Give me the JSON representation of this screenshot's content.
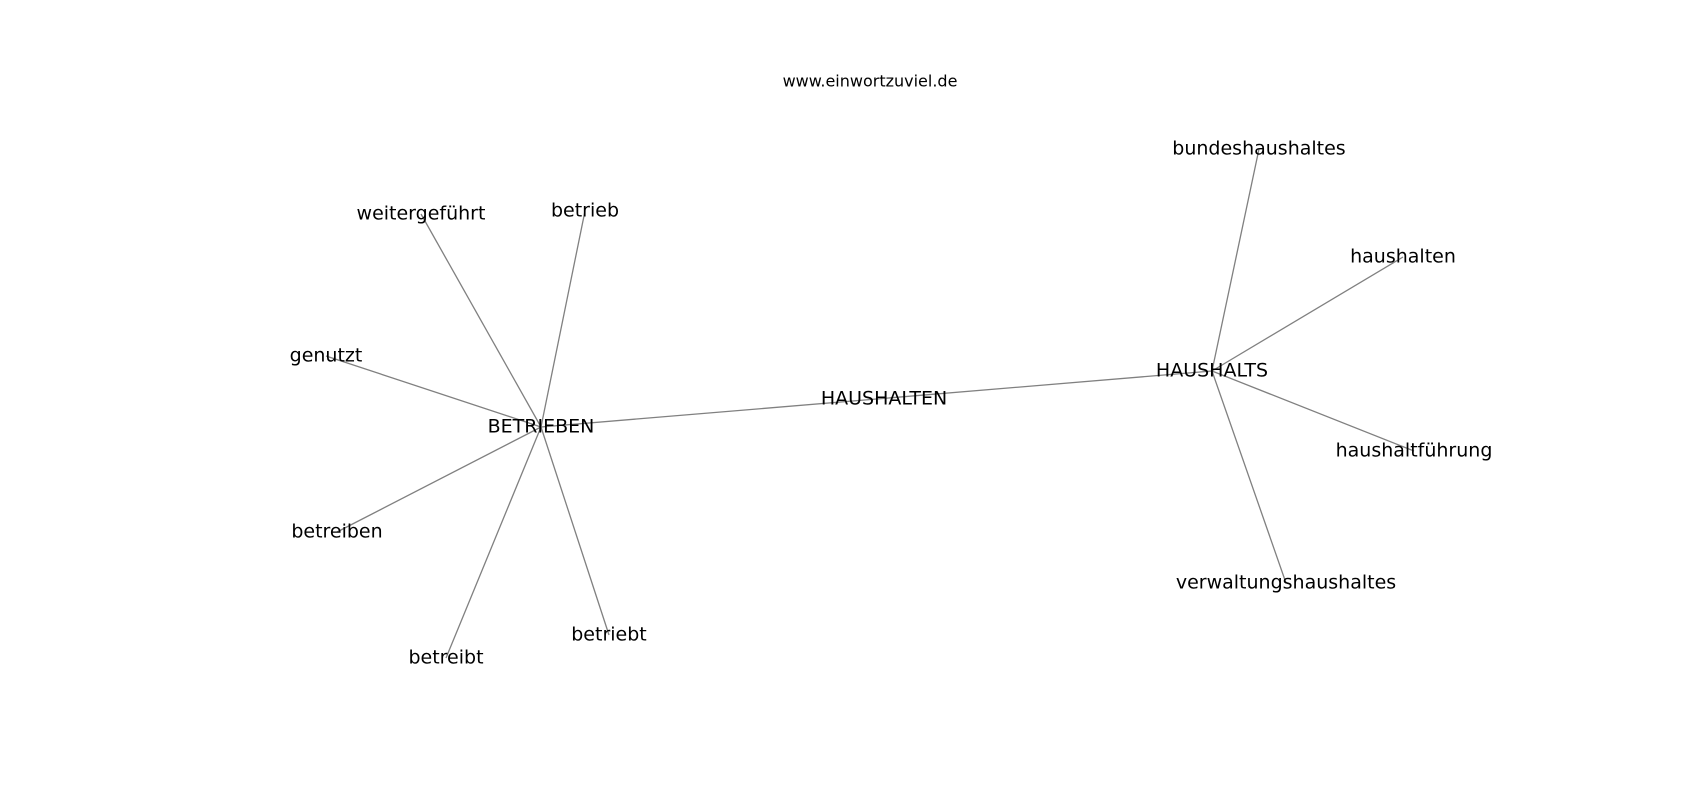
{
  "header": {
    "site": "www.einwortzuviel.de"
  },
  "graph": {
    "nodes": [
      {
        "id": "HAUSHALTEN",
        "label": "HAUSHALTEN"
      },
      {
        "id": "BETRIEBEN",
        "label": "BETRIEBEN"
      },
      {
        "id": "HAUSHALTS",
        "label": "HAUSHALTS"
      },
      {
        "id": "weitergefuehrt",
        "label": "weitergeführt"
      },
      {
        "id": "betrieb",
        "label": "betrieb"
      },
      {
        "id": "genutzt",
        "label": "genutzt"
      },
      {
        "id": "betreiben",
        "label": "betreiben"
      },
      {
        "id": "betreibt",
        "label": "betreibt"
      },
      {
        "id": "betriebt",
        "label": "betriebt"
      },
      {
        "id": "bundeshaushaltes",
        "label": "bundeshaushaltes"
      },
      {
        "id": "haushalten",
        "label": "haushalten"
      },
      {
        "id": "haushaltfuehrung",
        "label": "haushaltführung"
      },
      {
        "id": "verwaltungshaushaltes",
        "label": "verwaltungshaushaltes"
      }
    ],
    "edges": [
      [
        "BETRIEBEN",
        "HAUSHALTS"
      ],
      [
        "BETRIEBEN",
        "weitergefuehrt"
      ],
      [
        "BETRIEBEN",
        "betrieb"
      ],
      [
        "BETRIEBEN",
        "genutzt"
      ],
      [
        "BETRIEBEN",
        "betreiben"
      ],
      [
        "BETRIEBEN",
        "betreibt"
      ],
      [
        "BETRIEBEN",
        "betriebt"
      ],
      [
        "HAUSHALTS",
        "bundeshaushaltes"
      ],
      [
        "HAUSHALTS",
        "haushalten"
      ],
      [
        "HAUSHALTS",
        "haushaltfuehrung"
      ],
      [
        "HAUSHALTS",
        "verwaltungshaushaltes"
      ]
    ]
  }
}
